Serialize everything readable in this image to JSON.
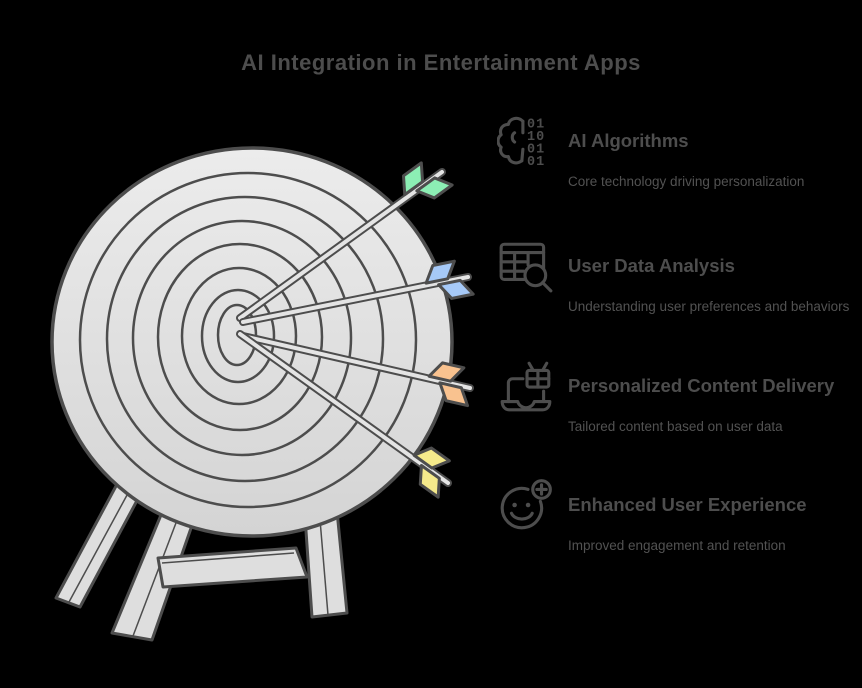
{
  "title": "AI Integration in Entertainment Apps",
  "colors": {
    "background": "#000000",
    "text_primary": "#4d4d4d",
    "text_secondary": "#525252",
    "outline": "#4d4d4d",
    "board_fill_light": "#ebebeb",
    "board_fill_dark": "#d4d4d4",
    "leg_fill": "#dedede",
    "shaft_fill": "#e4e4e4"
  },
  "illustration": {
    "name": "dartboard-target-on-stand-with-four-arrows",
    "ring_count": 8,
    "arrow_colors": [
      "#8ceeb4",
      "#a6c9f7",
      "#f9c28f",
      "#f5ea8b"
    ]
  },
  "icons": {
    "binary_rows": [
      "01",
      "10",
      "01",
      "01"
    ]
  },
  "items": [
    {
      "icon": "brain-binary-icon",
      "title": "AI Algorithms",
      "description": "Core technology driving personalization",
      "arrow_color": "#8ceeb4"
    },
    {
      "icon": "data-table-search-icon",
      "title": "User Data Analysis",
      "description": "Understanding user preferences and behaviors",
      "arrow_color": "#a6c9f7"
    },
    {
      "icon": "laptop-content-icon",
      "title": "Personalized Content Delivery",
      "description": "Tailored content based on user data",
      "arrow_color": "#f9c28f"
    },
    {
      "icon": "smiley-plus-icon",
      "title": "Enhanced User Experience",
      "description": "Improved engagement and retention",
      "arrow_color": "#f5ea8b"
    }
  ]
}
